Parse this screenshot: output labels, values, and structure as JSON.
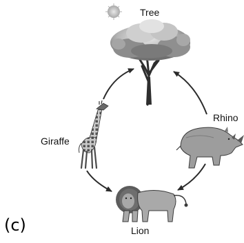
{
  "panel_label": "(c)",
  "nodes": {
    "tree": "Tree",
    "rhino": "Rhino",
    "giraffe": "Giraffe",
    "lion": "Lion"
  },
  "edges": [
    {
      "from": "Giraffe",
      "to": "Tree"
    },
    {
      "from": "Rhino",
      "to": "Tree"
    },
    {
      "from": "Giraffe",
      "to": "Lion"
    },
    {
      "from": "Rhino",
      "to": "Lion"
    }
  ],
  "colors": {
    "arrow": "#2b2b2b",
    "sun": "#bdbdbd",
    "foliage_dark": "#7a7a7a",
    "foliage_light": "#d9d9d9",
    "animal_gray": "#9a9a9a"
  }
}
